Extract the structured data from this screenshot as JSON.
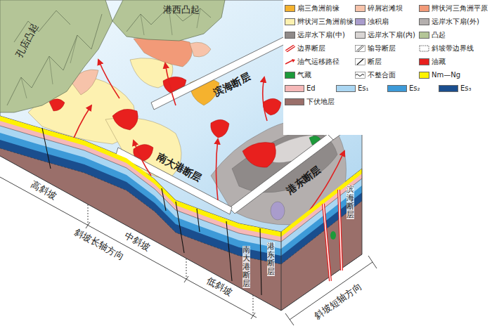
{
  "diagram": {
    "labels": [
      "孔店凸起",
      "港西凸起",
      "滨海断层",
      "港东断层",
      "南大港断层",
      "高斜坡",
      "斜坡长轴方向",
      "中斜坡",
      "南大港断层",
      "港东断层",
      "滨海断层",
      "低斜坡",
      "斜坡短轴方向"
    ],
    "legend": [
      {
        "text": "扇三角洲前缘",
        "color": "#f5b22e"
      },
      {
        "text": "碎屑岩滩坝",
        "color": "#f7c3aa"
      },
      {
        "text": "辫状河三角洲平原",
        "color": "#f29a78"
      },
      {
        "text": "辫状河三角洲前缘",
        "color": "#fdf1b0"
      },
      {
        "text": "浊积扇",
        "color": "#a99ccc"
      },
      {
        "text": "远岸水下扇(外)",
        "color": "#b4afae"
      },
      {
        "text": "远岸水下扇(中)",
        "color": "#8f8a89"
      },
      {
        "text": "远岸水下扇(内)",
        "color": "#d9d5d4"
      },
      {
        "text": "凸起",
        "color": "#b4c597"
      },
      {
        "text": "边界断层"
      },
      {
        "text": "输导断层"
      },
      {
        "text": "斜坡带边界线"
      },
      {
        "text": "油气运移路径"
      },
      {
        "text": "断层"
      },
      {
        "text": "油藏",
        "color": "#e8201e"
      },
      {
        "text": "气藏",
        "color": "#1d9a3a"
      },
      {
        "text": "不整合面"
      },
      {
        "text": "Nm—Ng",
        "color": "#fff200"
      },
      {
        "text": "Ed",
        "color": "#f5b8b8"
      },
      {
        "text": "Es₁",
        "color": "#aad6f2"
      },
      {
        "text": "Es₂",
        "color": "#3d9ad8"
      },
      {
        "text": "Es₃",
        "color": "#1a4e8e"
      },
      {
        "text": "下伏地层",
        "color": "#9a6f6a"
      }
    ]
  }
}
